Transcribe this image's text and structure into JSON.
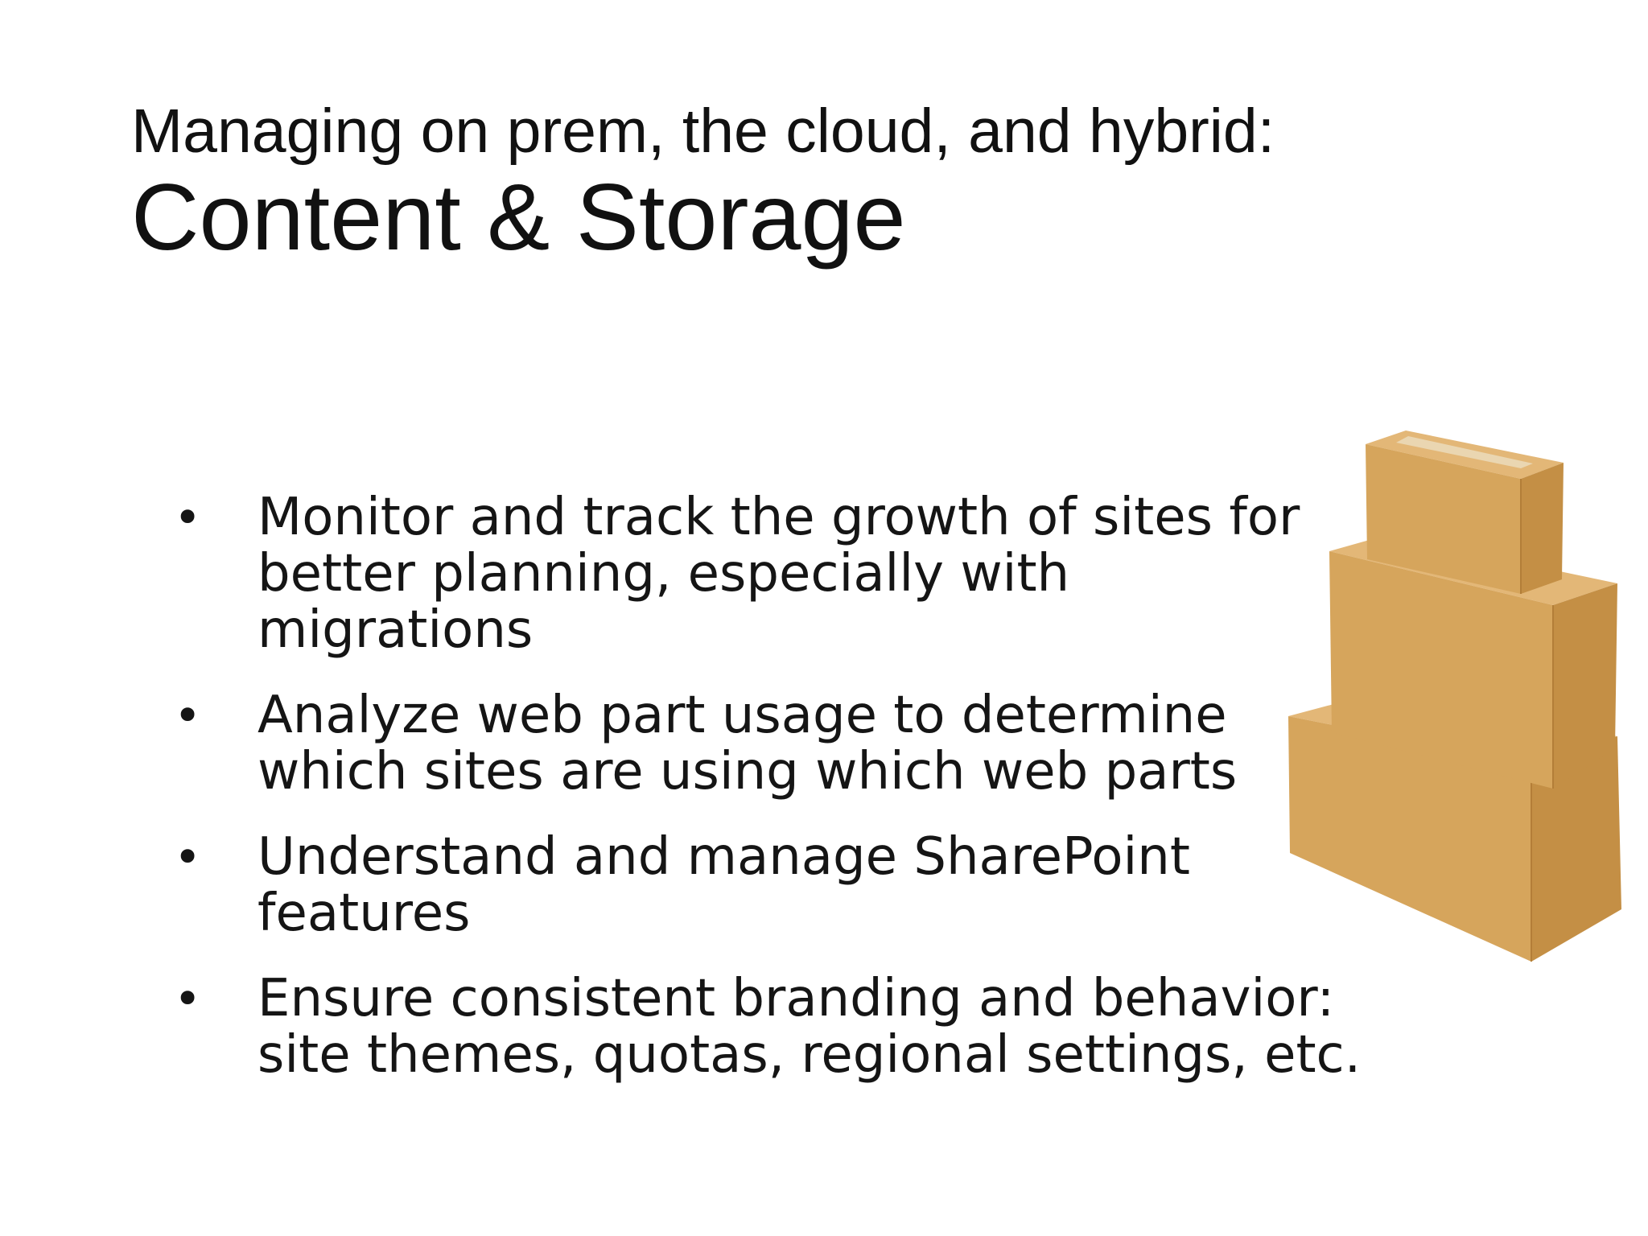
{
  "slide": {
    "subtitle": "Managing on prem, the cloud, and hybrid:",
    "title": "Content & Storage",
    "bullet_symbol": "•",
    "bullets": [
      "Monitor and track the growth of sites for better planning, especially with migrations",
      "Analyze web part usage to determine which sites are using which web parts",
      "Understand and manage SharePoint features",
      "Ensure consistent branding and behavior: site themes, quotas, regional settings, etc."
    ],
    "image": {
      "icon": "stacked-cardboard-boxes",
      "colors": {
        "box_front": "#d6a55c",
        "box_side": "#c48f45",
        "box_top": "#e3b777",
        "tape": "#ead6b1"
      }
    }
  }
}
